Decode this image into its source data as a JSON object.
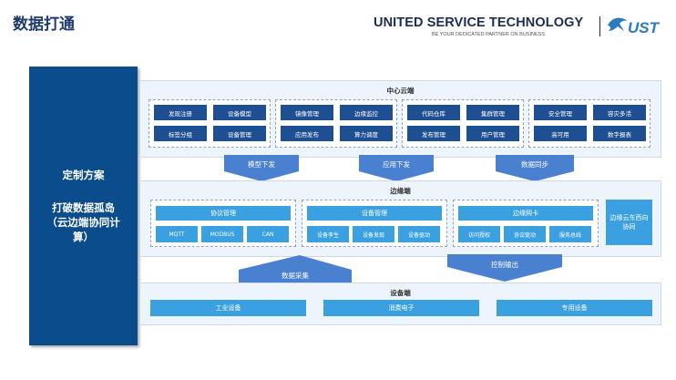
{
  "header": {
    "title": "数据打通",
    "brand_name": "UNITED SERVICE TECHNOLOGY",
    "brand_tagline": "BE YOUR DEDICATED PARTNER ON BUSINESS",
    "logo_text": "UST"
  },
  "left_panel": {
    "line1": "定制方案",
    "line2": "打破数据孤岛",
    "line3": "（云边端协同计",
    "line4": "算）"
  },
  "cloud": {
    "title": "中心云端",
    "groups": [
      [
        "发现注册",
        "设备模型",
        "标签分组",
        "设备管理"
      ],
      [
        "镜像管理",
        "边缘监控",
        "应用发布",
        "算力调度"
      ],
      [
        "代码仓库",
        "集群管理",
        "发布管理",
        "用户管理"
      ],
      [
        "安全管理",
        "容灾多活",
        "高可用",
        "数字报表"
      ]
    ]
  },
  "down_arrows": [
    "模型下发",
    "应用下发",
    "数据同步"
  ],
  "edge": {
    "title": "边缘端",
    "sections": [
      {
        "title": "协议管理",
        "items": [
          "MQTT",
          "MODBUS",
          "CAN"
        ]
      },
      {
        "title": "设备管理",
        "items": [
          "设备孪生",
          "设备发现",
          "设备驱动"
        ]
      },
      {
        "title": "边缘网卡",
        "items": [
          "访问授权",
          "协议驱动",
          "服务总线"
        ]
      }
    ],
    "side_box": "边缘云东西向协同"
  },
  "middle_arrows": {
    "up": "数据采集",
    "down": "控制输出"
  },
  "device": {
    "title": "设备端",
    "items": [
      "工业设备",
      "消费电子",
      "专用设备"
    ]
  },
  "colors": {
    "dark_box": "#1e4f92",
    "light_box": "#3aa0e0",
    "arrow": "#4a80d0",
    "left_panel": "#0b4c8c"
  }
}
